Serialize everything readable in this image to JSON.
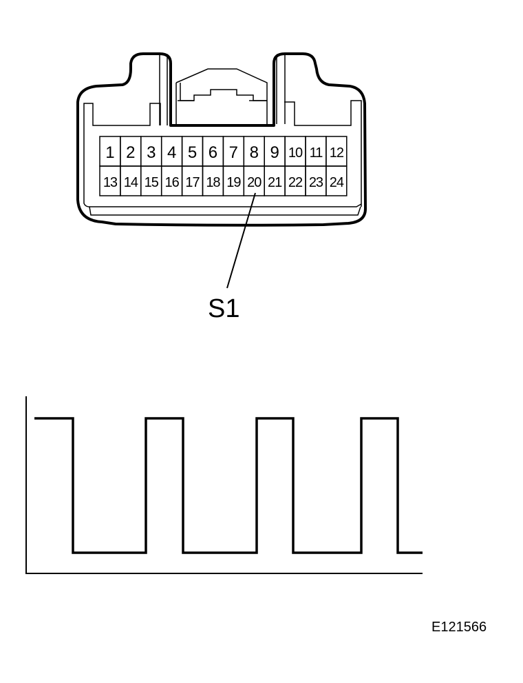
{
  "connector": {
    "pins_top": [
      "1",
      "2",
      "3",
      "4",
      "5",
      "6",
      "7",
      "8",
      "9",
      "10",
      "11",
      "12"
    ],
    "pins_bottom": [
      "13",
      "14",
      "15",
      "16",
      "17",
      "18",
      "19",
      "20",
      "21",
      "22",
      "23",
      "24"
    ],
    "callout_label": "S1",
    "callout_pin": "20"
  },
  "waveform": {
    "levels": [
      "high",
      "low",
      "high",
      "low",
      "high",
      "low",
      "high",
      "low"
    ]
  },
  "figure_id": "E121566"
}
